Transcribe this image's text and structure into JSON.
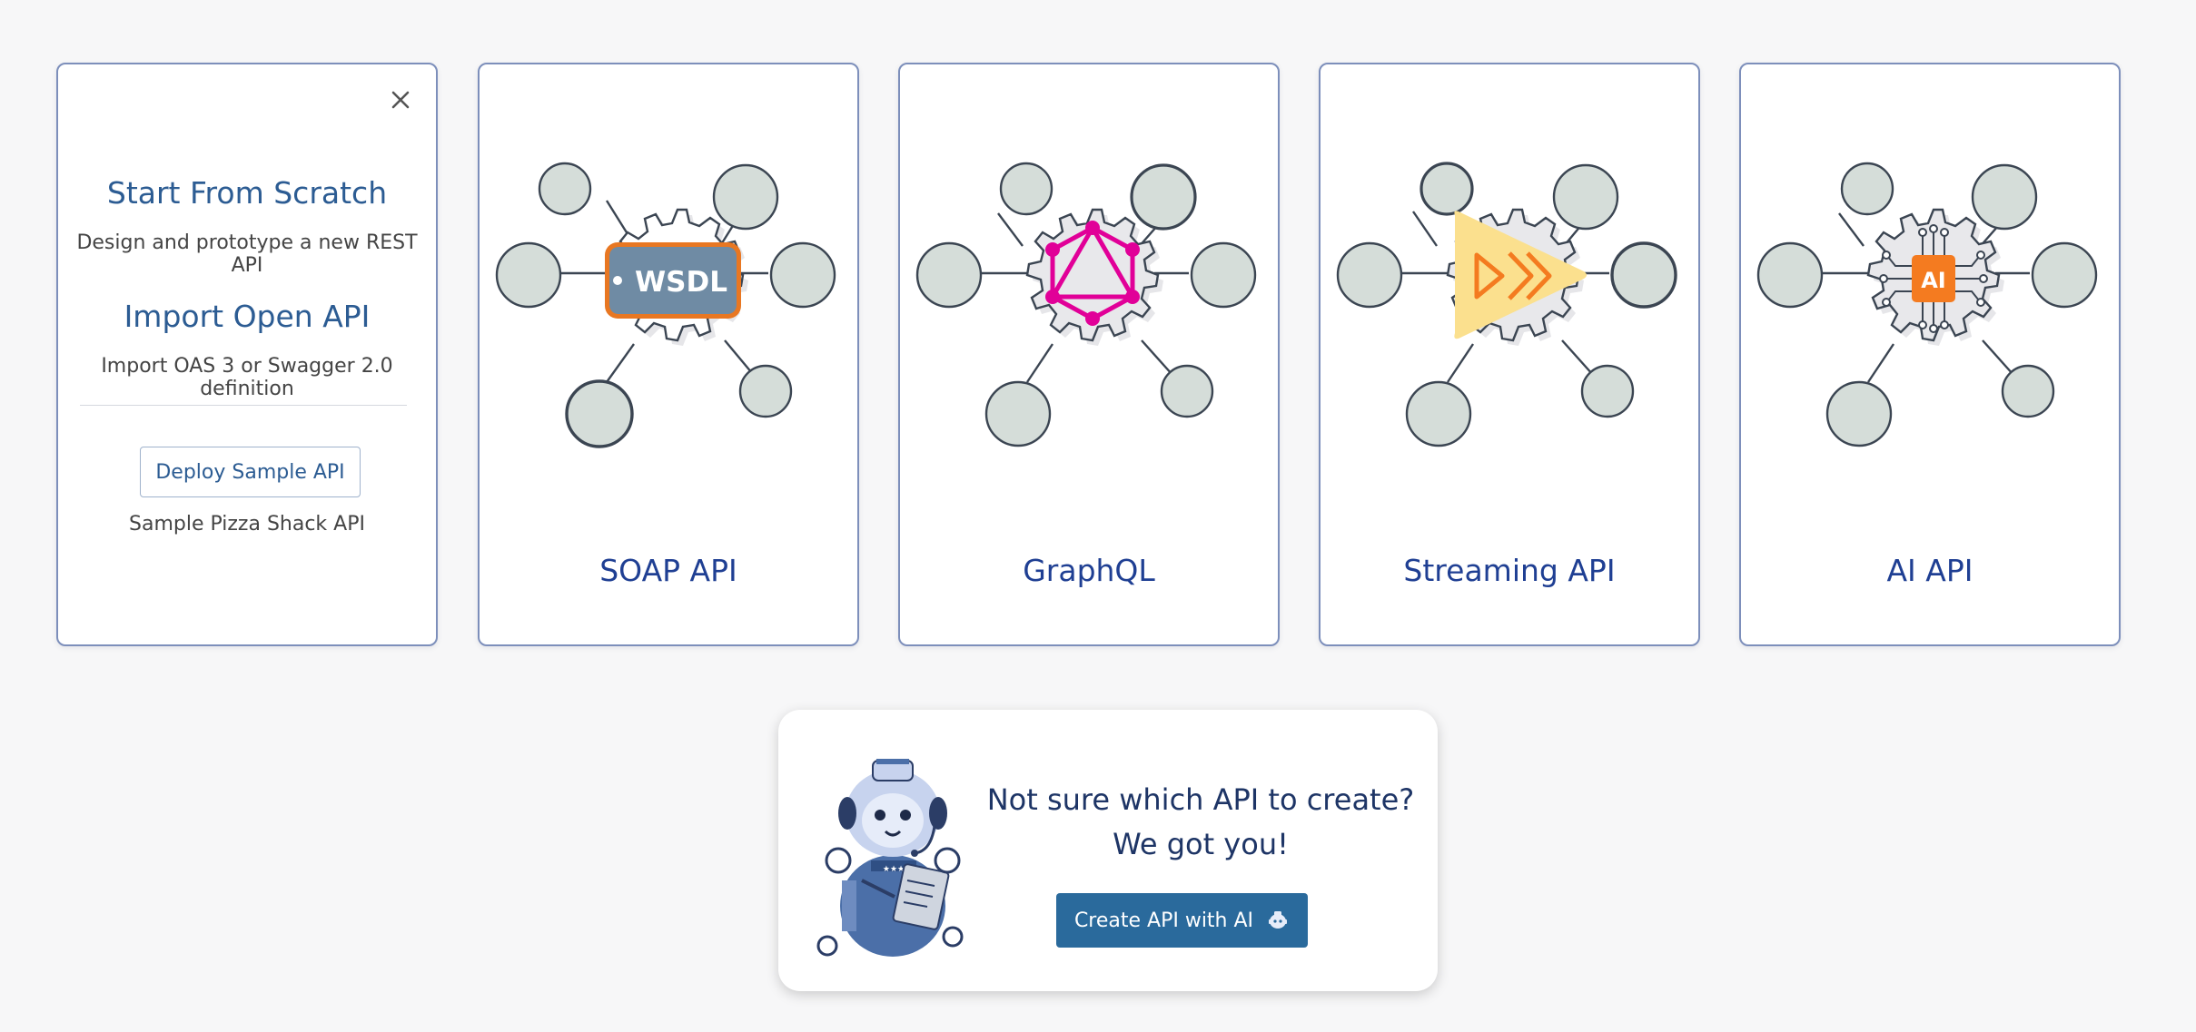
{
  "scratch": {
    "close_icon": "close-icon",
    "start_title": "Start From Scratch",
    "start_desc": "Design and prototype a new REST API",
    "import_title": "Import Open API",
    "import_desc": "Import OAS 3 or Swagger 2.0 definition",
    "deploy_label": "Deploy Sample API",
    "deploy_desc": "Sample Pizza Shack API"
  },
  "api_types": [
    {
      "label": "SOAP API",
      "icon": "wsdl-icon",
      "center_text": "WSDL"
    },
    {
      "label": "GraphQL",
      "icon": "graphql-icon"
    },
    {
      "label": "Streaming API",
      "icon": "streaming-icon"
    },
    {
      "label": "AI API",
      "icon": "ai-chip-icon",
      "center_text": "AI"
    }
  ],
  "ai_assist": {
    "question_line1": "Not sure which API to create?",
    "question_line2": "We got you!",
    "button_label": "Create API with AI",
    "robot_icon": "robot-mascot-icon"
  },
  "colors": {
    "card_border": "#7d8fbb",
    "title_blue": "#1f3f93",
    "button_blue": "#2a6a9c",
    "graphql_pink": "#e10098",
    "streaming_yellow": "#fbe08e",
    "ai_orange": "#f47b20",
    "wsdl_orange": "#e87722"
  }
}
